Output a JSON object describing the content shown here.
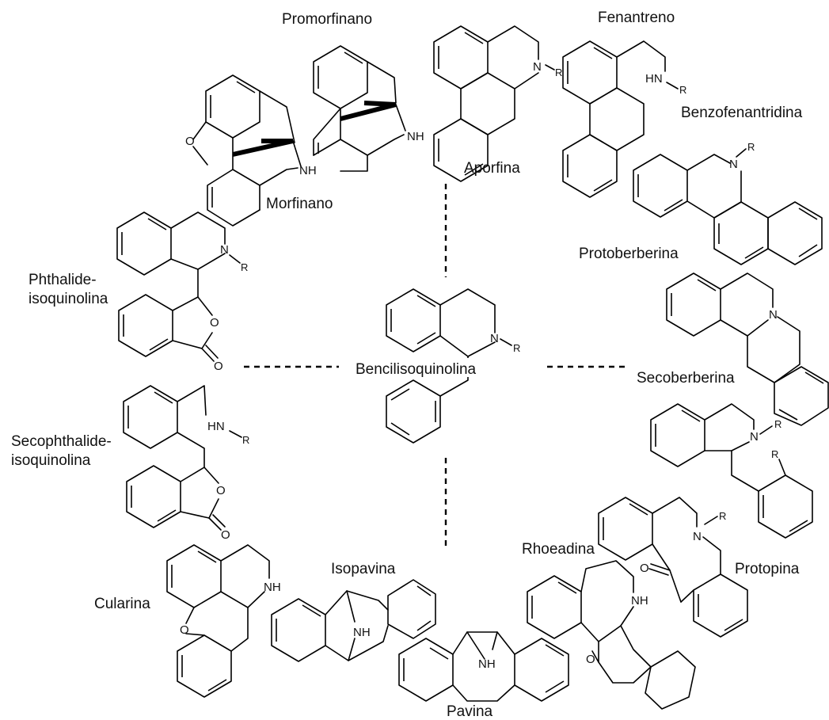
{
  "center": "Bencilisoquinolina",
  "classes": {
    "promorfinano": "Promorfinano",
    "fenantreno": "Fenantreno",
    "benzofenantridina": "Benzofenantridina",
    "aporfina": "Aporfina",
    "morfinano": "Morfinano",
    "protoberberina": "Protoberberina",
    "phthalide_line1": "Phthalide-",
    "phthalide_line2": "isoquinolina",
    "secoberberina": "Secoberberina",
    "secophthalide_line1": "Secophthalide-",
    "secophthalide_line2": "isoquinolina",
    "rhoeadina": "Rhoeadina",
    "protopina": "Protopina",
    "isopavina": "Isopavina",
    "cularina": "Cularina",
    "pavina": "Pavina"
  },
  "atoms": {
    "N": "N",
    "NH": "NH",
    "HN": "HN",
    "R": "R",
    "O": "O"
  }
}
